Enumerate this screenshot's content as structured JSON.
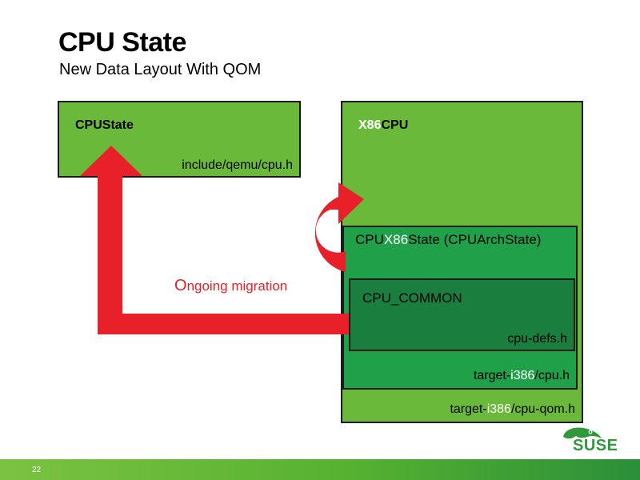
{
  "title": "CPU State",
  "subtitle": "New Data Layout With QOM",
  "cpustate": {
    "name": "CPUState",
    "file": "include/qemu/cpu.h"
  },
  "x86cpu": {
    "name_a": "X86",
    "name_b": "CPU",
    "file_a": "target-",
    "file_b": "i386",
    "file_c": "/cpu-qom.h"
  },
  "cpux86state": {
    "name_a": "CPU",
    "name_b": "X86",
    "name_c": "State (CPUArchState)",
    "file_a": "target-",
    "file_b": "i386",
    "file_c": "/cpu.h"
  },
  "cpu_common": {
    "name": "CPU_COMMON",
    "file": "cpu-defs.h"
  },
  "migration": {
    "first": "O",
    "rest": "ngoing migration"
  },
  "footer": {
    "page": "22",
    "logo": "SUSE"
  },
  "colors": {
    "green_light": "#6ab93a",
    "green_mid": "#21a04a",
    "green_dark": "#1a7f3e",
    "arrow_red": "#e8202a",
    "highlight": "#ffffff"
  }
}
